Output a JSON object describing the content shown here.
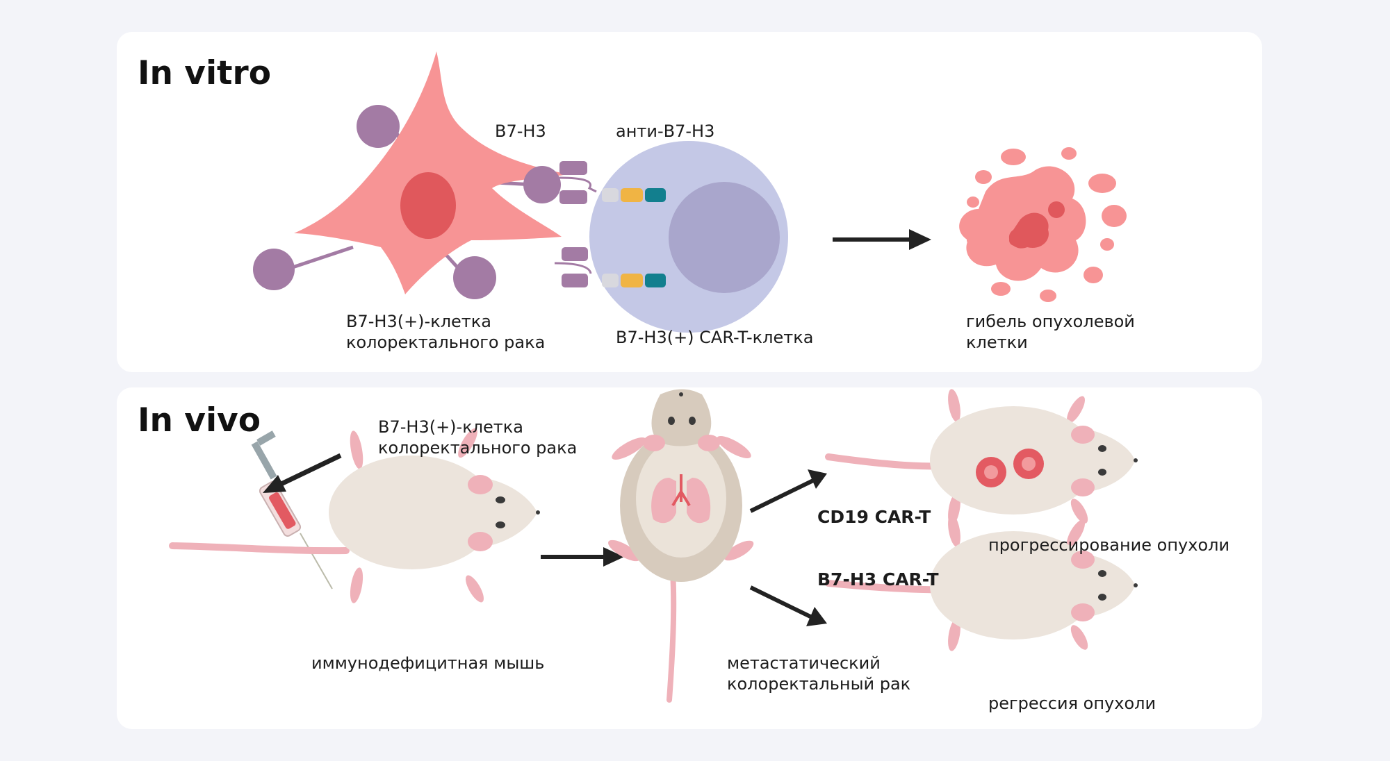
{
  "in_vitro": {
    "title": "In vitro",
    "labels": {
      "b7h3": "B7-H3",
      "anti_b7h3": "анти-B7-H3",
      "cancer_cell_line1": "B7-H3(+)-клетка",
      "cancer_cell_line2": "колоректального рака",
      "cart_cell": "B7-H3(+) CAR-T-клетка",
      "death_line1": "гибель опухолевой",
      "death_line2": "клетки"
    }
  },
  "in_vivo": {
    "title": "In vivo",
    "labels": {
      "inject_line1": "B7-H3(+)-клетка",
      "inject_line2": "колоректального рака",
      "mouse": "иммунодефицитная мышь",
      "metastatic_line1": "метастатический",
      "metastatic_line2": "колоректальный рак",
      "cd19": "CD19 CAR-T",
      "b7h3_cart": "B7-H3 CAR-T",
      "progression": "прогрессирование опухоли",
      "regression": "регрессия  опухоли"
    }
  },
  "colors": {
    "cancer_cell": "#f79495",
    "nucleus": "#e0585c",
    "receptor": "#a37ba4",
    "tcell": "#c4c8e6",
    "tcell_nucleus": "#a9a6cc",
    "domain_yellow": "#f0b444",
    "domain_teal": "#127f8e",
    "mouse_body": "#ece4dc",
    "mouse_ear": "#efb1b9",
    "tumor": "#e35a62"
  }
}
